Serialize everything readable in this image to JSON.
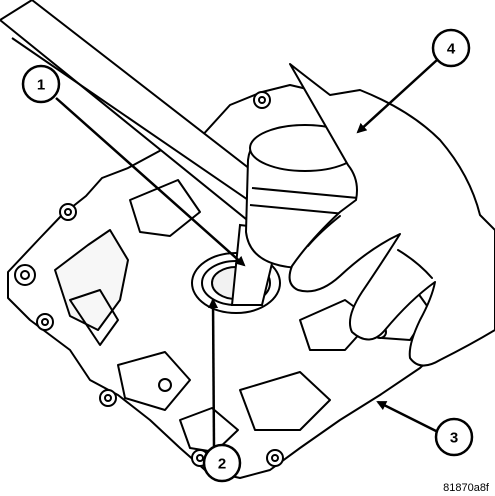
{
  "figure": {
    "callouts": [
      {
        "id": "1",
        "label": "1"
      },
      {
        "id": "2",
        "label": "2"
      },
      {
        "id": "3",
        "label": "3"
      },
      {
        "id": "4",
        "label": "4"
      }
    ],
    "figure_code": "81870a8f"
  }
}
